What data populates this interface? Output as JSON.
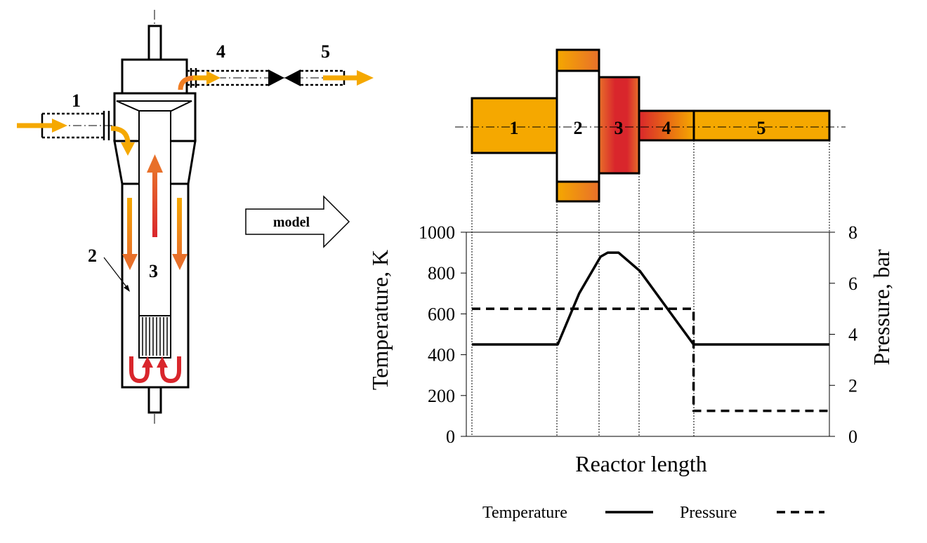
{
  "reactor": {
    "labels": [
      "1",
      "2",
      "3",
      "4",
      "5"
    ],
    "colors": {
      "orange": "#F5A800",
      "red_orange": "#E8702A",
      "red": "#D9262C"
    }
  },
  "model_arrow_label": "model",
  "chart_data": {
    "type": "line",
    "xlabel": "Reactor length",
    "ylabel": "Temperature, K",
    "y2label": "Pressure, bar",
    "ylim": [
      0,
      1000
    ],
    "y2lim": [
      0,
      8
    ],
    "yticks": [
      "0",
      "200",
      "400",
      "600",
      "800",
      "1000"
    ],
    "y2ticks": [
      "0",
      "2",
      "4",
      "6",
      "8"
    ],
    "zones": [
      "1",
      "2",
      "3",
      "4",
      "5"
    ],
    "series": [
      {
        "name": "Temperature",
        "axis": "left",
        "style": "solid",
        "x": [
          0.0,
          0.24,
          0.3,
          0.36,
          0.38,
          0.41,
          0.47,
          0.62,
          1.0
        ],
        "y": [
          450,
          450,
          700,
          880,
          900,
          900,
          810,
          450,
          450
        ]
      },
      {
        "name": "Pressure",
        "axis": "right",
        "style": "dashed",
        "x": [
          0.0,
          0.62,
          0.62,
          1.0
        ],
        "y": [
          5,
          5,
          1,
          1
        ]
      }
    ],
    "legend": [
      {
        "label": "Temperature",
        "style": "solid"
      },
      {
        "label": "Pressure",
        "style": "dashed"
      }
    ]
  }
}
